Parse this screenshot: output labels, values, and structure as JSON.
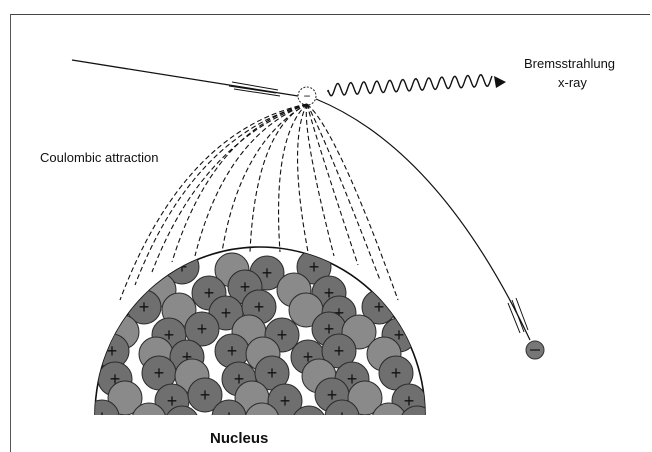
{
  "labels": {
    "bremsstrahlung": "Bremsstrahlung",
    "xray": "x-ray",
    "coulombic": "Coulombic attraction",
    "nucleus": "Nucleus"
  },
  "electron_symbol": "−",
  "proton_symbol": "+"
}
